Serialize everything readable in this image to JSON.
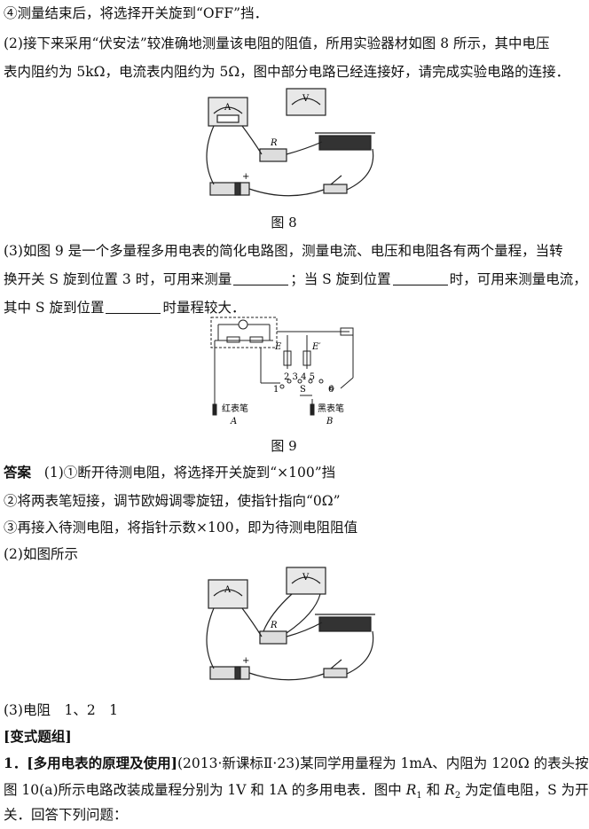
{
  "lines": {
    "l1": "④测量结束后，将选择开关旋到“OFF”挡．",
    "l2": "(2)接下来采用“伏安法”较准确地测量该电阻的阻值，所用实验器材如图 8 所示，其中电压",
    "l3": "表内阻约为 5kΩ，电流表内阻约为 5Ω，图中部分电路已经连接好，请完成实验电路的连接．",
    "l4": "(3)如图 9 是一个多量程多用电表的简化电路图，测量电流、电压和电阻各有两个量程，当转",
    "l5a": "换开关 S 旋到位置 3 时，可用来测量",
    "l5b": "；当 S 旋到位置",
    "l5c": "时，可用来测量电流，",
    "l6a": "其中 S 旋到位置",
    "l6b": "时量程较大．",
    "ans_label": "答案",
    "ans1": "(1)①断开待测电阻，将选择开关旋到“×100”挡",
    "ans2": "②将两表笔短接，调节欧姆调零旋钮，使指针指向“0Ω”",
    "ans3": "③再接入待测电阻，将指针示数×100，即为待测电阻阻值",
    "ans4": "(2)如图所示",
    "ans5": "(3)电阻　1、2　1",
    "variant": "[变式题组]",
    "q1_tag": "1．[多用电表的原理及使用]",
    "q1a": "(2013·新课标Ⅱ·23)某同学用量程为 1mA、内阻为 120Ω 的表头按",
    "q1b_pre": "图 10(a)所示电路改装成量程分别为 1V 和 1A 的多用电表．图中 ",
    "q1b_r1": "R",
    "q1b_r1s": "1",
    "q1b_and": " 和 ",
    "q1b_r2": "R",
    "q1b_r2s": "2",
    "q1b_post": " 为定值电阻，S 为开",
    "q1c": "关．回答下列问题："
  },
  "figures": {
    "fig8": {
      "caption": "图 8",
      "ammeter": "A",
      "voltmeter": "V",
      "resistor": "R",
      "plus": "+"
    },
    "fig9": {
      "caption": "图 9",
      "E": "E",
      "E2": "E′",
      "pos_top": "2 3 4 5",
      "pos_1": "1",
      "pos_S": "S",
      "pos_6": "6",
      "red": "红表笔",
      "red_sub": "A",
      "black": "黑表笔",
      "black_sub": "B"
    },
    "fig_ans": {
      "ammeter": "A",
      "voltmeter": "V",
      "resistor": "R",
      "plus": "+"
    }
  }
}
